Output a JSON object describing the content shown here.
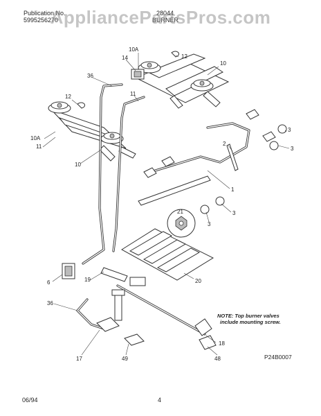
{
  "header": {
    "publication_label": "Publication No.",
    "publication_number": "5995256270",
    "model": "28044",
    "section": "BURNER"
  },
  "watermark": "AppliancePartsPros.com",
  "diagram": {
    "callouts": [
      "10A",
      "12",
      "14",
      "36",
      "10",
      "11",
      "12",
      "10A",
      "11",
      "10",
      "2",
      "3",
      "3",
      "1",
      "21",
      "3",
      "3",
      "6",
      "19",
      "20",
      "36",
      "18",
      "17",
      "49",
      "48"
    ],
    "note_line1": "NOTE: Top burner valves",
    "note_line2": "include mounting screw.",
    "figure_code": "P24B0007"
  },
  "footer": {
    "date": "06/94",
    "page": "4"
  }
}
